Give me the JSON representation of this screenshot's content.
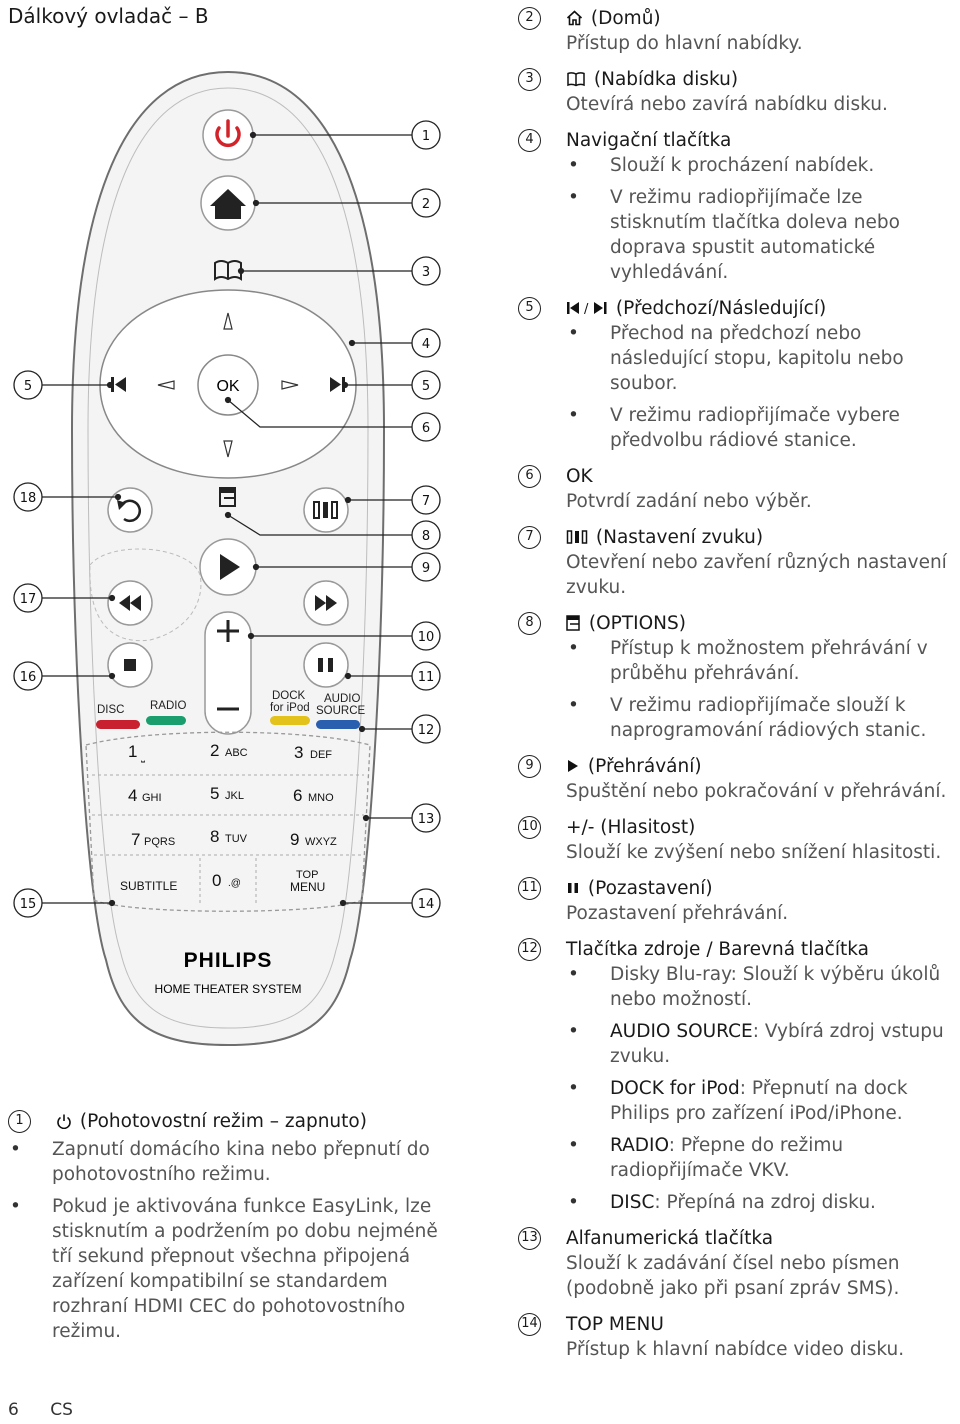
{
  "page_title": "Dálkový ovladač – B",
  "footer": {
    "page_number": "6",
    "language": "CS"
  },
  "remote": {
    "callouts_right": [
      "1",
      "2",
      "3",
      "4",
      "5",
      "6",
      "7",
      "8",
      "9",
      "10",
      "11",
      "12",
      "13",
      "14"
    ],
    "callouts_left": [
      "5",
      "18",
      "17",
      "16",
      "15"
    ],
    "ok_label": "OK",
    "color_labels": {
      "disc": "DISC",
      "radio": "RADIO",
      "dock": "DOCK",
      "for_ipod": "for iPod",
      "audio": "AUDIO",
      "source": "SOURCE"
    },
    "keys": [
      {
        "num": "1",
        "letters": "⎵"
      },
      {
        "num": "2",
        "letters": "ABC"
      },
      {
        "num": "3",
        "letters": "DEF"
      },
      {
        "num": "4",
        "letters": "GHI"
      },
      {
        "num": "5",
        "letters": "JKL"
      },
      {
        "num": "6",
        "letters": "MNO"
      },
      {
        "num": "7",
        "letters": "PQRS"
      },
      {
        "num": "8",
        "letters": "TUV"
      },
      {
        "num": "9",
        "letters": "WXYZ"
      },
      {
        "num": "0",
        "letters": ".@"
      }
    ],
    "subtitle_label": "SUBTITLE",
    "top_label": "TOP",
    "menu_label": "MENU",
    "brand": "PHILIPS",
    "product": "HOME THEATER SYSTEM",
    "colors": {
      "red": "#c8202e",
      "green": "#1a9e6e",
      "yellow": "#e3c21b",
      "blue": "#2a5fb0",
      "power": "#d2232a"
    }
  },
  "left_entries": [
    {
      "num": "1",
      "title": "(Pohotovostní režim – zapnuto)",
      "icon": "power-icon",
      "bullets": [
        "Zapnutí domácího kina nebo přepnutí do pohotovostního režimu.",
        "Pokud je aktivována funkce EasyLink, lze stisknutím a podržením po dobu nejméně tří sekund přepnout všechna připojená zařízení kompatibilní se standardem rozhraní HDMI CEC do pohotovostního režimu."
      ]
    }
  ],
  "right_entries": [
    {
      "num": "2",
      "icon": "home-icon",
      "title": "(Domů)",
      "desc": "Přístup do hlavní nabídky."
    },
    {
      "num": "3",
      "icon": "book-icon",
      "title": "(Nabídka disku)",
      "desc": "Otevírá nebo zavírá nabídku disku."
    },
    {
      "num": "4",
      "title": "Navigační tlačítka",
      "bullets": [
        "Slouží k procházení nabídek.",
        "V režimu radiopřijímače lze stisknutím tlačítka doleva nebo doprava spustit automatické vyhledávání."
      ]
    },
    {
      "num": "5",
      "icon": "prev-next-icon",
      "title": "(Předchozí/Následující)",
      "bullets": [
        "Přechod na předchozí nebo následující stopu, kapitolu nebo soubor.",
        "V režimu radiopřijímače vybere předvolbu rádiové stanice."
      ]
    },
    {
      "num": "6",
      "title": "OK",
      "desc": "Potvrdí zadání nebo výběr."
    },
    {
      "num": "7",
      "icon": "sound-settings-icon",
      "title": "(Nastavení zvuku)",
      "desc": "Otevření nebo zavření různých nastavení zvuku."
    },
    {
      "num": "8",
      "icon": "options-icon",
      "title": "(OPTIONS)",
      "bullets": [
        "Přístup k možnostem přehrávání v průběhu přehrávání.",
        "V režimu radiopřijímače slouží k naprogramování rádiových stanic."
      ]
    },
    {
      "num": "9",
      "icon": "play-icon",
      "title": "(Přehrávání)",
      "desc": "Spuštění nebo pokračování v přehrávání."
    },
    {
      "num": "10",
      "title": "+/- (Hlasitost)",
      "desc": "Slouží ke zvýšení nebo snížení hlasitosti."
    },
    {
      "num": "11",
      "icon": "pause-icon",
      "title": "(Pozastavení)",
      "desc": "Pozastavení přehrávání."
    },
    {
      "num": "12",
      "title": "Tlačítka zdroje / Barevná tlačítka",
      "bullets_kv": [
        {
          "k": "",
          "v": "Disky Blu-ray: Slouží k výběru úkolů nebo možností."
        },
        {
          "k": "AUDIO SOURCE",
          "v": ": Vybírá zdroj vstupu zvuku."
        },
        {
          "k": "DOCK for iPod",
          "v": ": Přepnutí na dock Philips pro zařízení iPod/iPhone."
        },
        {
          "k": "RADIO",
          "v": ": Přepne do režimu radiopřijímače VKV."
        },
        {
          "k": "DISC",
          "v": ": Přepíná na zdroj disku."
        }
      ]
    },
    {
      "num": "13",
      "title": "Alfanumerická tlačítka",
      "desc": "Slouží k zadávání čísel nebo písmen (podobně jako při psaní zpráv SMS)."
    },
    {
      "num": "14",
      "title": "TOP MENU",
      "desc": "Přístup k hlavní nabídce video disku."
    }
  ]
}
